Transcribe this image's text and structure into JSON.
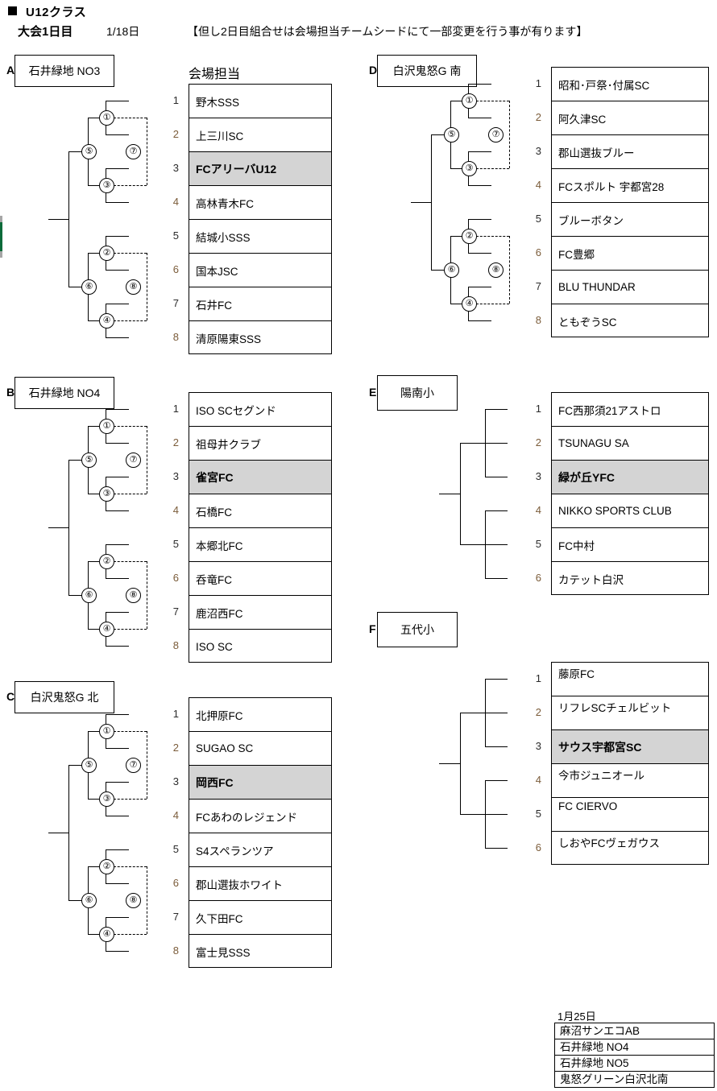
{
  "header": {
    "bullet": "square-bullet",
    "title": "U12クラス",
    "day_label": "大会1日目",
    "date": "1/18日",
    "note": "【但し2日目組合せは会場担当チームシードにて一部変更を行う事が有ります】"
  },
  "venue_header": "会場担当",
  "groups": [
    {
      "letter": "A",
      "venue": "石井緑地  NO3",
      "type": "bracket8",
      "seeds": [
        "1",
        "2",
        "3",
        "4",
        "5",
        "6",
        "7",
        "8"
      ],
      "matches": [
        "①",
        "②",
        "③",
        "④",
        "⑤",
        "⑥",
        "⑦",
        "⑧"
      ],
      "teams": [
        {
          "name": "野木SSS",
          "highlight": false
        },
        {
          "name": "上三川SC",
          "highlight": false
        },
        {
          "name": "FCアリーバU12",
          "highlight": true
        },
        {
          "name": "高林青木FC",
          "highlight": false
        },
        {
          "name": "結城小SSS",
          "highlight": false
        },
        {
          "name": "国本JSC",
          "highlight": false
        },
        {
          "name": "石井FC",
          "highlight": false
        },
        {
          "name": "清原陽東SSS",
          "highlight": false
        }
      ]
    },
    {
      "letter": "B",
      "venue": "石井緑地  NO4",
      "type": "bracket8",
      "seeds": [
        "1",
        "2",
        "3",
        "4",
        "5",
        "6",
        "7",
        "8"
      ],
      "matches": [
        "①",
        "②",
        "③",
        "④",
        "⑤",
        "⑥",
        "⑦",
        "⑧"
      ],
      "teams": [
        {
          "name": "ISO  SCセグンド",
          "highlight": false
        },
        {
          "name": "祖母井クラブ",
          "highlight": false
        },
        {
          "name": "雀宮FC",
          "highlight": true
        },
        {
          "name": "石橋FC",
          "highlight": false
        },
        {
          "name": "本郷北FC",
          "highlight": false
        },
        {
          "name": "呑竜FC",
          "highlight": false
        },
        {
          "name": "鹿沼西FC",
          "highlight": false
        },
        {
          "name": "ISO  SC",
          "highlight": false
        }
      ]
    },
    {
      "letter": "C",
      "venue": "白沢鬼怒G  北",
      "type": "bracket8",
      "seeds": [
        "1",
        "2",
        "3",
        "4",
        "5",
        "6",
        "7",
        "8"
      ],
      "matches": [
        "①",
        "②",
        "③",
        "④",
        "⑤",
        "⑥",
        "⑦",
        "⑧"
      ],
      "teams": [
        {
          "name": "北押原FC",
          "highlight": false
        },
        {
          "name": "SUGAO  SC",
          "highlight": false
        },
        {
          "name": "岡西FC",
          "highlight": true
        },
        {
          "name": "FCあわのレジェンド",
          "highlight": false
        },
        {
          "name": "S4スペランツア",
          "highlight": false
        },
        {
          "name": "郡山選抜ホワイト",
          "highlight": false
        },
        {
          "name": "久下田FC",
          "highlight": false
        },
        {
          "name": "富士見SSS",
          "highlight": false
        }
      ]
    },
    {
      "letter": "D",
      "venue": "白沢鬼怒G  南",
      "type": "bracket8",
      "seeds": [
        "1",
        "2",
        "3",
        "4",
        "5",
        "6",
        "7",
        "8"
      ],
      "matches": [
        "①",
        "②",
        "③",
        "④",
        "⑤",
        "⑥",
        "⑦",
        "⑧"
      ],
      "teams": [
        {
          "name": "昭和･戸祭･付属SC",
          "highlight": false
        },
        {
          "name": "阿久津SC",
          "highlight": false
        },
        {
          "name": "郡山選抜ブルー",
          "highlight": false
        },
        {
          "name": "FCスポルト 宇都宮28",
          "highlight": false
        },
        {
          "name": "ブルーボタン",
          "highlight": false
        },
        {
          "name": "FC豊郷",
          "highlight": false
        },
        {
          "name": "BLU  THUNDAR",
          "highlight": false
        },
        {
          "name": "ともぞうSC",
          "highlight": false
        }
      ]
    },
    {
      "letter": "E",
      "venue": "陽南小",
      "type": "group6",
      "seeds": [
        "1",
        "2",
        "3",
        "4",
        "5",
        "6"
      ],
      "teams": [
        {
          "name": "FC西那須21アストロ",
          "highlight": false
        },
        {
          "name": "TSUNAGU SA",
          "highlight": false
        },
        {
          "name": "緑が丘YFC",
          "highlight": true
        },
        {
          "name": "NIKKO SPORTS CLUB",
          "highlight": false
        },
        {
          "name": "FC中村",
          "highlight": false
        },
        {
          "name": "カテット白沢",
          "highlight": false
        }
      ]
    },
    {
      "letter": "F",
      "venue": "五代小",
      "type": "group6",
      "seeds": [
        "1",
        "2",
        "3",
        "4",
        "5",
        "6"
      ],
      "teams": [
        {
          "name": "藤原FC",
          "highlight": false
        },
        {
          "name": "リフレSCチェルビット",
          "highlight": false
        },
        {
          "name": "サウス宇都宮SC",
          "highlight": true
        },
        {
          "name": "今市ジュニオール",
          "highlight": false
        },
        {
          "name": "FC  CIERVO",
          "highlight": false
        },
        {
          "name": "しおやFCヴェガウス",
          "highlight": false
        }
      ]
    }
  ],
  "legend": {
    "date": "1月25日",
    "venues": [
      "麻沼サンエコAB",
      "石井緑地  NO4",
      "石井緑地  NO5",
      "鬼怒グリーン白沢北南"
    ]
  },
  "colors": {
    "highlight": "#d4d4d4",
    "header_fill": "#d9d9d9",
    "seed_number": "#7b5c3a",
    "line": "#000000"
  }
}
